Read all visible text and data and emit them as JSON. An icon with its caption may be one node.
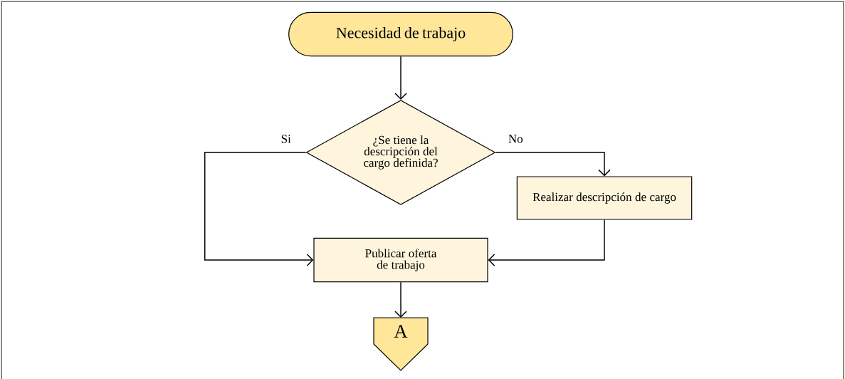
{
  "diagram": {
    "nodes": [
      {
        "text": [
          "Necesidad de trabajo"
        ]
      },
      {
        "text": [
          "¿Se tiene la descripción del cargo definida?"
        ]
      },
      {
        "text": [
          "Realizar descripción de cargo"
        ]
      },
      {
        "text": [
          "Publicar oferta de trabajo"
        ]
      },
      {
        "text": [
          "A"
        ]
      }
    ],
    "edges": [
      {
        "from": 0,
        "to": 1,
        "arrow": "to"
      },
      {
        "from": 1,
        "to": 3,
        "arrow": "to",
        "label": "Si"
      },
      {
        "from": 1,
        "to": 2,
        "arrow": "to",
        "label": "No"
      },
      {
        "from": 2,
        "to": 3,
        "arrow": "to"
      },
      {
        "from": 3,
        "to": 4,
        "arrow": "to"
      }
    ]
  }
}
